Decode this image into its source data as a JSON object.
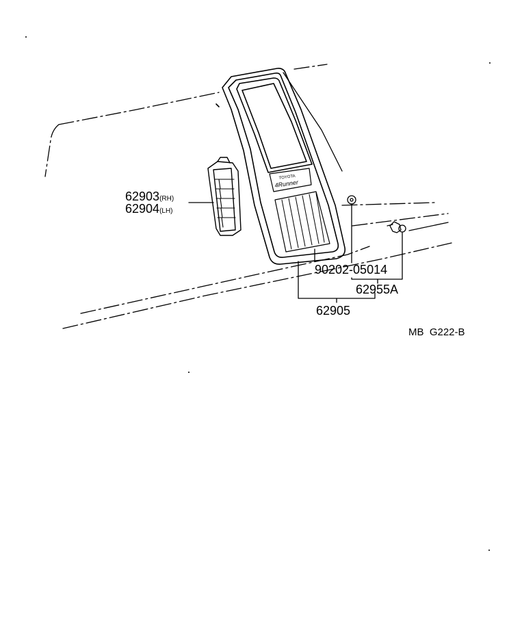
{
  "labels": {
    "part_62903": "62903",
    "part_62903_side": "(RH)",
    "part_62904": "62904",
    "part_62904_side": "(LH)",
    "part_90202": "90202-05014",
    "part_62955A": "62955A",
    "part_62905": "62905",
    "diagram_code": "MB  G222-B"
  },
  "emblem_text": {
    "brand": "TOYOTA",
    "model": "4Runner"
  },
  "colors": {
    "line": "#000000",
    "background": "#ffffff"
  }
}
